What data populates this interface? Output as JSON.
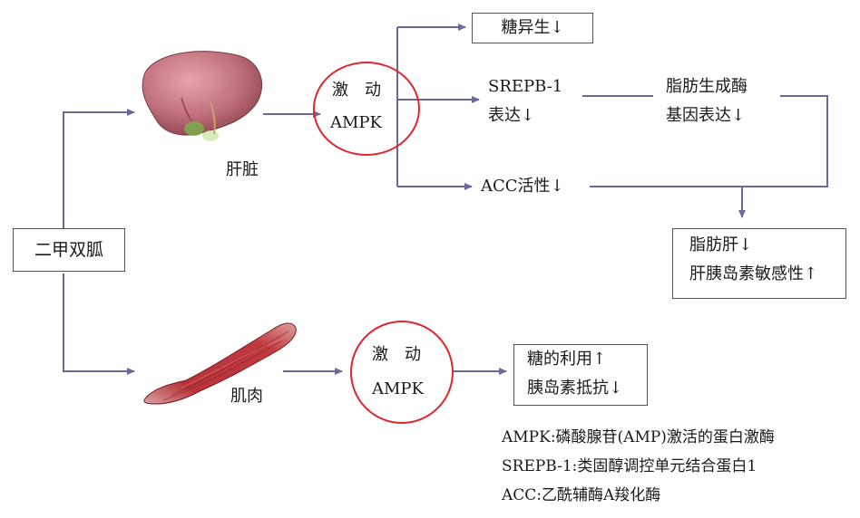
{
  "metformin": "二甲双胍",
  "liver": {
    "label": "肝脏",
    "activation": {
      "line1": "激　动",
      "line2": "AMPK"
    },
    "gluconeogenesis": "糖异生↓",
    "srebp": {
      "line1": "SREPB-1",
      "line2": "表达↓"
    },
    "lipogenic": {
      "line1": "脂肪生成酶",
      "line2": "基因表达↓"
    },
    "acc": "ACC活性↓",
    "outcome": {
      "line1": "脂肪肝↓",
      "line2": "肝胰岛素敏感性↑"
    }
  },
  "muscle": {
    "label": "肌肉",
    "activation": {
      "line1": "激　动",
      "line2": "AMPK"
    },
    "outcome": {
      "line1": "糖的利用↑",
      "line2": "胰岛素抵抗↓"
    }
  },
  "legend": [
    "AMPK:磷酸腺苷(AMP)激活的蛋白激酶",
    "SREPB-1:类固醇调控单元结合蛋白1",
    "ACC:乙酰辅酶A羧化酶"
  ],
  "colors": {
    "arrow": "#6a6a9a",
    "circle": "#e0262c",
    "box_border": "#555555"
  }
}
